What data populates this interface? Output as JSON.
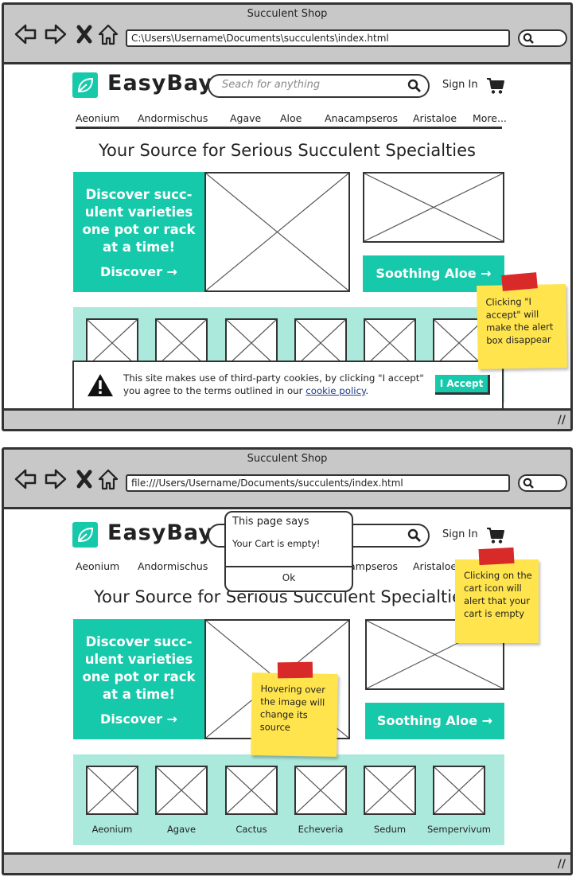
{
  "window1": {
    "title": "Succulent Shop",
    "url": "C:\\Users\\Username\\Documents\\succulents\\index.html"
  },
  "window2": {
    "title": "Succulent Shop",
    "url": "file:///Users/Username/Documents/succulents/index.html"
  },
  "site": {
    "brand": "EasyBay",
    "search_placeholder": "Seach for anything",
    "sign_in": "Sign In",
    "categories": [
      "Aeonium",
      "Andormischus",
      "Agave",
      "Aloe",
      "Anacampseros",
      "Aristaloe",
      "More..."
    ],
    "headline": "Your Source for Serious Succulent Specialties",
    "hero_text": "Discover succ-\nulent varieties\none pot or rack\nat a time!",
    "discover": "Discover →",
    "aloe_button": "Soothing Aloe →",
    "thumb_labels": [
      "Aeonium",
      "Agave",
      "Cactus",
      "Echeveria",
      "Sedum",
      "Sempervivum"
    ]
  },
  "cookie": {
    "message": "This site makes use of third-party cookies, by clicking \"I accept\" you agree to the terms outlined in our",
    "link": "cookie policy",
    "period": ".",
    "accept": "I Accept"
  },
  "alert": {
    "title": "This page says",
    "message": "Your Cart is empty!",
    "ok": "Ok"
  },
  "notes": {
    "accept_note": "Clicking \"I accept\" will make the alert box disappear",
    "cart_note": "Clicking on the cart icon will alert that your cart is empty",
    "hover_note": "Hovering over the image will change its source"
  },
  "colors": {
    "teal": "#17c9ab",
    "light_teal": "#abe9dc",
    "sticky": "#ffe44d",
    "tape": "#d92a2a"
  }
}
